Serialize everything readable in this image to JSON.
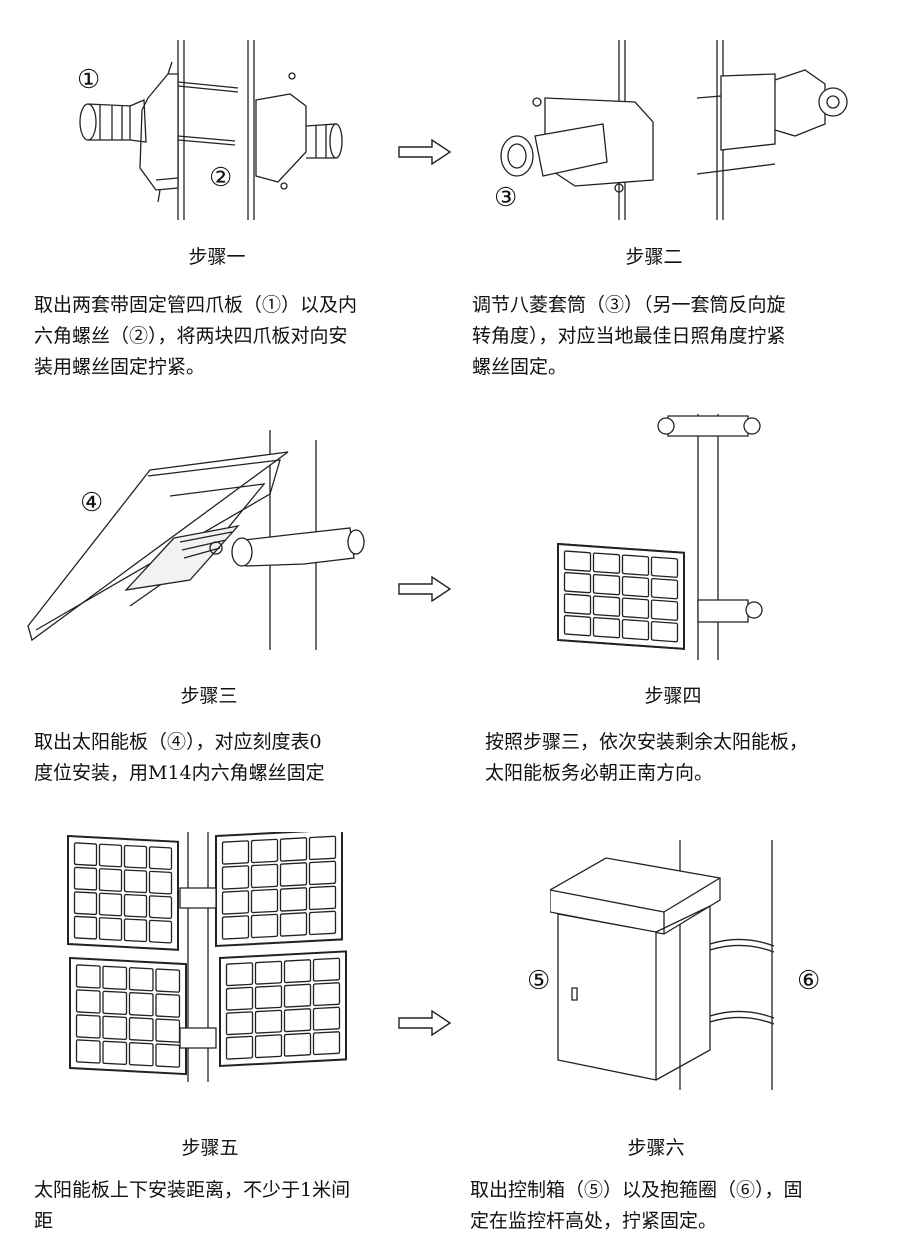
{
  "labels": {
    "l1": "①",
    "l2": "②",
    "l3": "③",
    "l4": "④",
    "l5": "⑤",
    "l6": "⑥"
  },
  "steps": [
    {
      "title": "步骤一",
      "text": "取出两套带固定管四爪板（①）以及内\n六角螺丝（②），将两块四爪板对向安\n装用螺丝固定拧紧。"
    },
    {
      "title": "步骤二",
      "text": "调节八菱套筒（③）（另一套筒反向旋\n转角度），对应当地最佳日照角度拧紧\n螺丝固定。"
    },
    {
      "title": "步骤三",
      "text": "取出太阳能板（④），对应刻度表0\n度位安装，用M14内六角螺丝固定"
    },
    {
      "title": "步骤四",
      "text": "按照步骤三，依次安装剩余太阳能板，\n太阳能板务必朝正南方向。"
    },
    {
      "title": "步骤五",
      "text": "太阳能板上下安装距离，不少于1米间\n距"
    },
    {
      "title": "步骤六",
      "text": "取出控制箱（⑤）以及抱箍圈（⑥），固\n定在监控杆高处，拧紧固定。"
    }
  ]
}
